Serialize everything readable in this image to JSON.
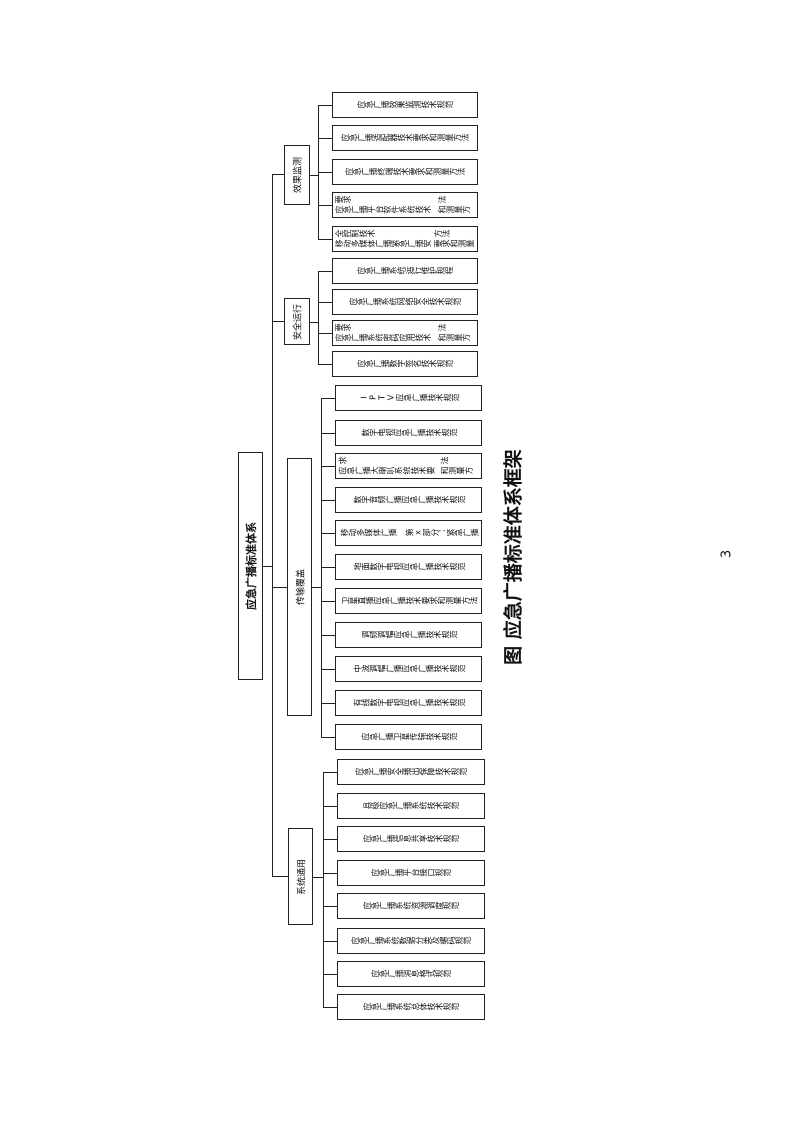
{
  "root": "应急广播标准体系",
  "categories": [
    {
      "label": "效果监测",
      "leaves": [
        [
          "应急广播效果监测技术规范"
        ],
        [
          "应急广播适配器技术要求",
          "和测量方法"
        ],
        [
          "应急广播终端技术要求和测量方法"
        ],
        [
          "应急广播平台软件系统技术要求",
          "和测量方法"
        ],
        [
          "移动多媒体广播紧急广播安全控制技术",
          "要求和测量方法"
        ]
      ]
    },
    {
      "label": "安全运行",
      "leaves": [
        [
          "应急广播系统运行维护规程"
        ],
        [
          "应急广播系统网络安全技术规范"
        ],
        [
          "应急广播系统密码应用技术要求",
          "和测量方法"
        ],
        [
          "应急广播数字签名技术规范"
        ]
      ]
    },
    {
      "label": "传输覆盖",
      "leaves": [
        [
          "IPTV应急广播技术规范"
        ],
        [
          "数字电视应急广播技术规范"
        ],
        [
          "应急广播大喇叭系统技术要求",
          "和测量方法"
        ],
        [
          "数字音频广播应急广播技术规范"
        ],
        [
          "移动多媒体广播 第x部分：紧急广播"
        ],
        [
          "地面数字电视应急广播技术规范"
        ],
        [
          "卫星直播应急广播技术要求",
          "和测量方法"
        ],
        [
          "调频调幅应急广播技术规范"
        ],
        [
          "中波调幅广播应急广播技术规范"
        ],
        [
          "有线数字电视应急广播技术规范"
        ],
        [
          "应急广播卫星传输技术规范"
        ]
      ]
    },
    {
      "label": "系统通用",
      "leaves": [
        [
          "应急广播安全播出保障技术规范"
        ],
        [
          "县级应急广播系统技术规范"
        ],
        [
          "应急广播信息共享技术规范"
        ],
        [
          "应急广播平台接口规范"
        ],
        [
          "应急广播系统资源调度规范"
        ],
        [
          "应急广播系统数据分类及编码规范"
        ],
        [
          "应急广播消息格式规范"
        ],
        [
          "应急广播系统总体技术规范"
        ]
      ]
    }
  ],
  "caption": "图  应急广播标准体系框架",
  "page_number": "3"
}
